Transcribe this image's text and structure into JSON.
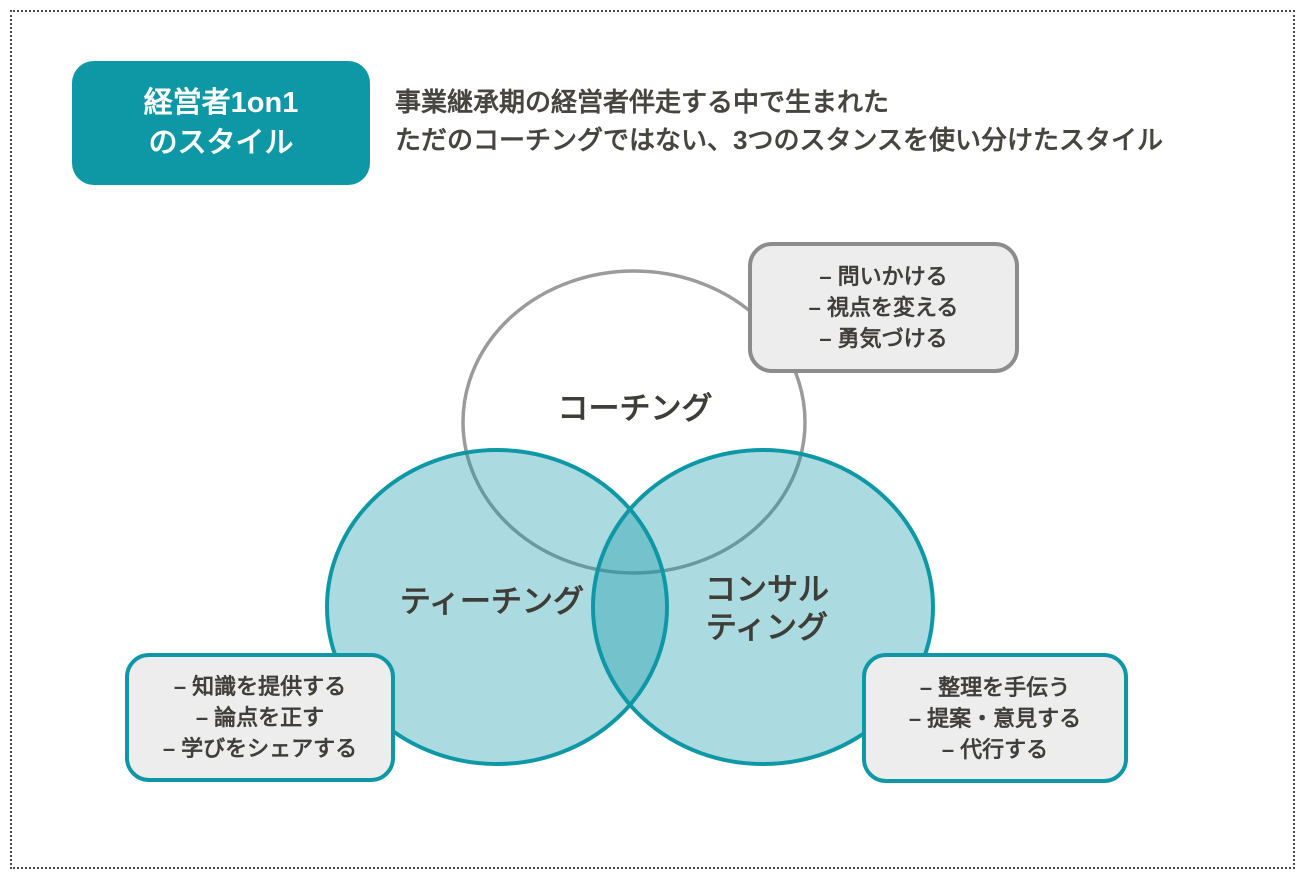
{
  "colors": {
    "teal": "#0e98a6",
    "teal_fill_light": "#aedade",
    "teal_fill_overlap": "#73c2c9",
    "circle_gray_stroke": "#9b9b9b",
    "callout_fill": "#ededed",
    "callout_gray_border": "#8c8c8c",
    "text_dark": "#3f3e3a",
    "background": "#ffffff"
  },
  "badge": {
    "text": "経営者1on1\nのスタイル"
  },
  "heading": {
    "text": "事業継承期の経営者伴走する中で生まれた\nただのコーチングではない、3つのスタンスを使い分けたスタイル"
  },
  "venn": {
    "coaching": {
      "label": "コーチング"
    },
    "teaching": {
      "label": "ティーチング"
    },
    "consulting": {
      "label": "コンサル\nティング"
    }
  },
  "callouts": {
    "coaching": {
      "items": [
        "– 問いかける",
        "– 視点を変える",
        "– 勇気づける"
      ]
    },
    "teaching": {
      "items": [
        "– 知識を提供する",
        "– 論点を正す",
        "– 学びをシェアする"
      ]
    },
    "consulting": {
      "items": [
        "– 整理を手伝う",
        "– 提案・意見する",
        "– 代行する"
      ]
    }
  }
}
